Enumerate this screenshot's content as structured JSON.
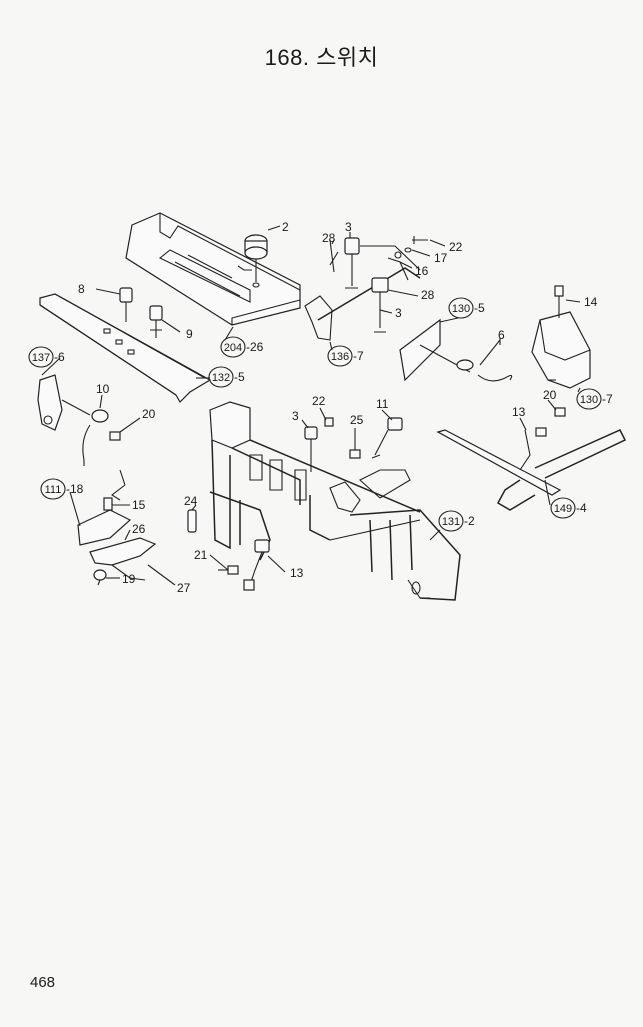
{
  "title": "168. 스위치",
  "page_number": "468",
  "part_labels": [
    "2",
    "3",
    "28",
    "22",
    "17",
    "16",
    "28",
    "3",
    "8",
    "9",
    "14",
    "6",
    "10",
    "20",
    "22",
    "3",
    "11",
    "25",
    "13",
    "20",
    "15",
    "26",
    "24",
    "21",
    "13",
    "19",
    "27"
  ],
  "ref_codes": [
    {
      "circle": "204",
      "suffix": "-26"
    },
    {
      "circle": "132",
      "suffix": "-5"
    },
    {
      "circle": "137",
      "suffix": "-6"
    },
    {
      "circle": "136",
      "suffix": "-7"
    },
    {
      "circle": "130",
      "suffix": "-5"
    },
    {
      "circle": "130",
      "suffix": "-7"
    },
    {
      "circle": "111",
      "suffix": "-18"
    },
    {
      "circle": "131",
      "suffix": "-2"
    },
    {
      "circle": "149",
      "suffix": "-4"
    }
  ]
}
